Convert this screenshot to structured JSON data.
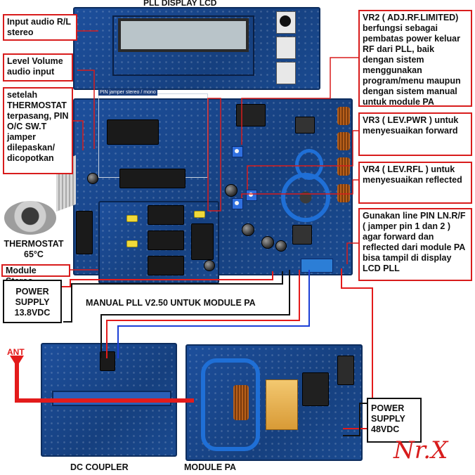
{
  "title": "PLL DISPLAY LCD",
  "caption": "MANUAL PLL V2.50 UNTUK MODULE PA",
  "labels": {
    "input_audio": "Input audio R/L stereo",
    "level_volume": "Level Volume audio input",
    "thermostat_note": "setelah THERMOSTAT terpasang, PIN O/C SW.T jamper dilepaskan/ dicopotkan",
    "thermostat": "THERMOSTAT 65°C",
    "module_stereo": "Module Stereo",
    "power_supply_left": "POWER SUPPLY 13.8VDC",
    "pin_jumper": "PIN jamper stereo / mono",
    "vr2": "VR2 ( ADJ.RF.LIMITED) berfungsi sebagai pembatas power keluar RF dari PLL, baik dengan sistem menggunakan program/menu maupun dengan sistem manual untuk module PA",
    "vr3": "VR3 ( LEV.PWR ) untuk menyesuaikan forward",
    "vr4": "VR4 ( LEV.RFL ) untuk menyesuaikan reflected",
    "line_pin": "Gunakan line PIN LN.R/F ( jamper pin 1 dan 2 ) agar forward dan reflected dari module PA bisa tampil di display LCD PLL",
    "ant": "ANT",
    "dc_coupler": "DC COUPLER",
    "module_pa": "MODULE PA",
    "power_supply_right": "POWER SUPPLY 48VDC",
    "signature": "Nr.X"
  },
  "colors": {
    "pcb": "#1d4f9c",
    "annotation_border": "#d81c1c",
    "rf_cable": "#e31b1b",
    "lcd": "#b9c4c9"
  }
}
